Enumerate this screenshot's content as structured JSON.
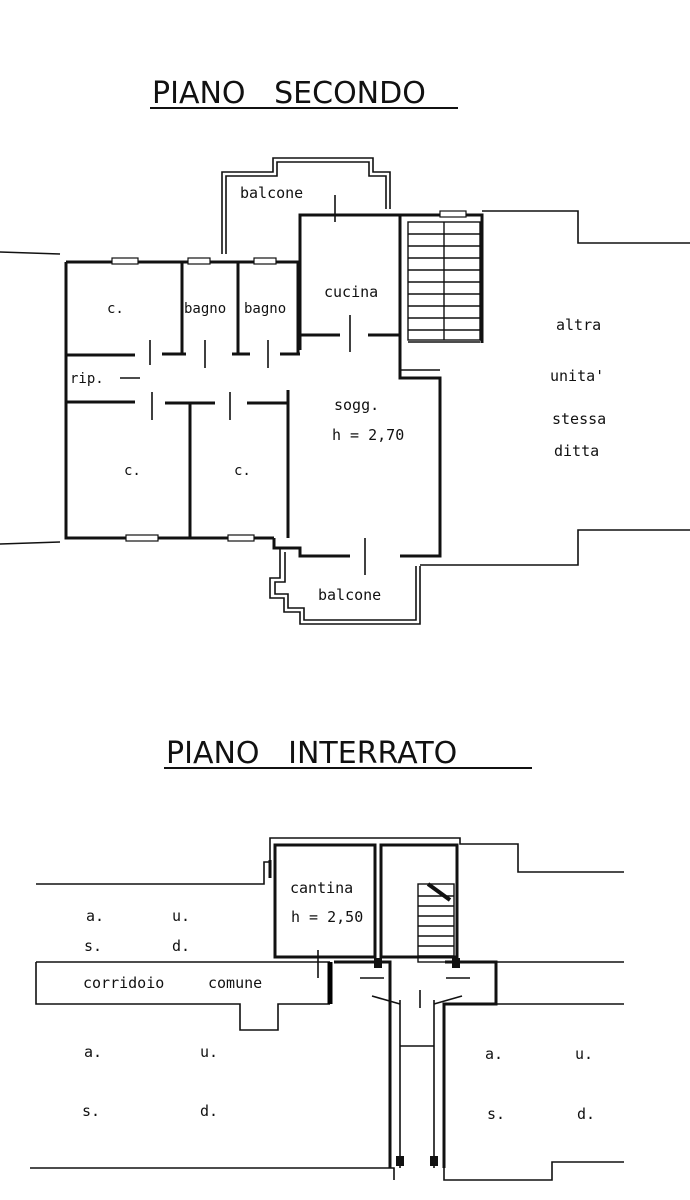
{
  "upper_floor": {
    "title": "PIANO   SECONDO",
    "rooms": {
      "balcone_top": "balcone",
      "bedroom_top": "c.",
      "bagno_1": "bagno",
      "bagno_2": "bagno",
      "cucina": "cucina",
      "rip": "rip.",
      "soggiorno": "sogg.",
      "height": "h = 2,70",
      "bedroom_left": "c.",
      "bedroom_mid": "c.",
      "balcone_bottom": "balcone"
    },
    "neighbour": {
      "line1": "altra",
      "line2": "unita'",
      "line3": "stessa",
      "line4": "ditta"
    }
  },
  "basement": {
    "title": "PIANO   INTERRATO",
    "cantina": "cantina",
    "height": "h = 2,50",
    "corridoio": "corridoio",
    "comune": "comune",
    "aud_left_top": {
      "a": "a.",
      "u": "u.",
      "s": "s.",
      "d": "d."
    },
    "aud_left_bottom": {
      "a": "a.",
      "u": "u.",
      "s": "s.",
      "d": "d."
    },
    "aud_right": {
      "a": "a.",
      "u": "u.",
      "s": "s.",
      "d": "d."
    }
  }
}
